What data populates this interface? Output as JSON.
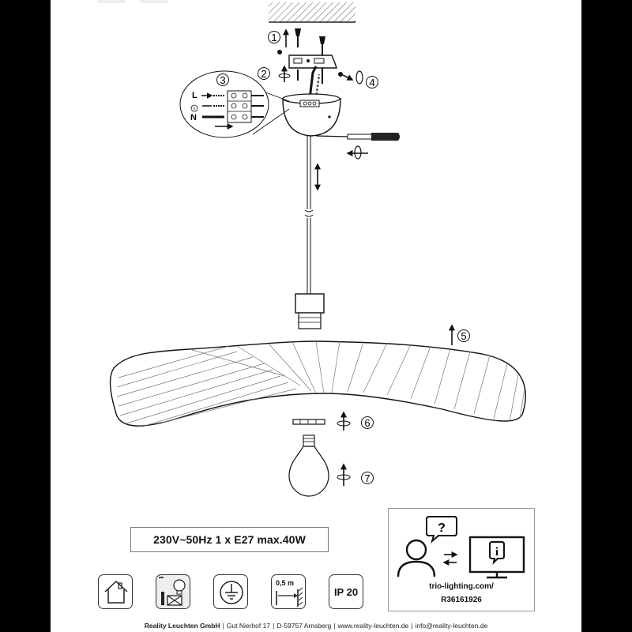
{
  "steps": [
    "1",
    "2",
    "3",
    "4",
    "5",
    "6",
    "7"
  ],
  "terminals": {
    "live": "L",
    "neutral": "N"
  },
  "spec": "230V~50Hz  1 x E27 max.40W",
  "support": {
    "url": "trio-lighting.com/",
    "code": "R36161926",
    "question_icon": "question-bubble-icon",
    "info_icon": "info-monitor-icon"
  },
  "symbols": {
    "indoor": "house-indoor-icon",
    "no_bulb": "no-bulb-icon",
    "earth": "protective-earth-icon",
    "distance": "0,5 m",
    "ip": "IP 20"
  },
  "footer": {
    "company": "Reality Leuchten GmbH",
    "address": "Gut Nierhof 17",
    "city": "D-59757 Arnsberg",
    "web": "www.reality-leuchten.de",
    "email": "info@reality-leuchten.de"
  }
}
